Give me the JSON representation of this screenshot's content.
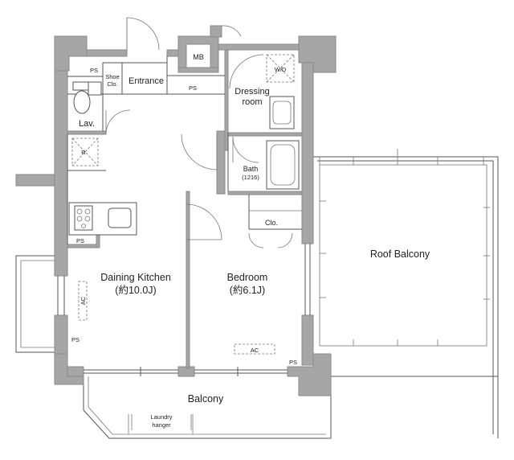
{
  "rooms": {
    "entrance": "Entrance",
    "shoe_closet_line1": "Shoe",
    "shoe_closet_line2": "Clo.",
    "mb": "MB",
    "wd": "W/D",
    "dressing_line1": "Dressing",
    "dressing_line2": "room",
    "lav": "Lav.",
    "fridge": "R",
    "bath": "Bath",
    "bath_size": "(1216)",
    "closet": "Clo.",
    "kitchen": "Daining Kitchen",
    "kitchen_area": "(約10.0J)",
    "bedroom": "Bedroom",
    "bedroom_area": "(約6.1J)",
    "roof_balcony": "Roof Balcony",
    "balcony": "Balcony",
    "laundry_line1": "Laundry",
    "laundry_line2": "hanger",
    "ac_kitchen": "AC",
    "ac_bedroom": "AC",
    "ps_top": "PS",
    "ps_hall": "PS",
    "ps_kitchen": "PS",
    "ps_bottom_left": "PS",
    "ps_bottom_right": "PS"
  }
}
